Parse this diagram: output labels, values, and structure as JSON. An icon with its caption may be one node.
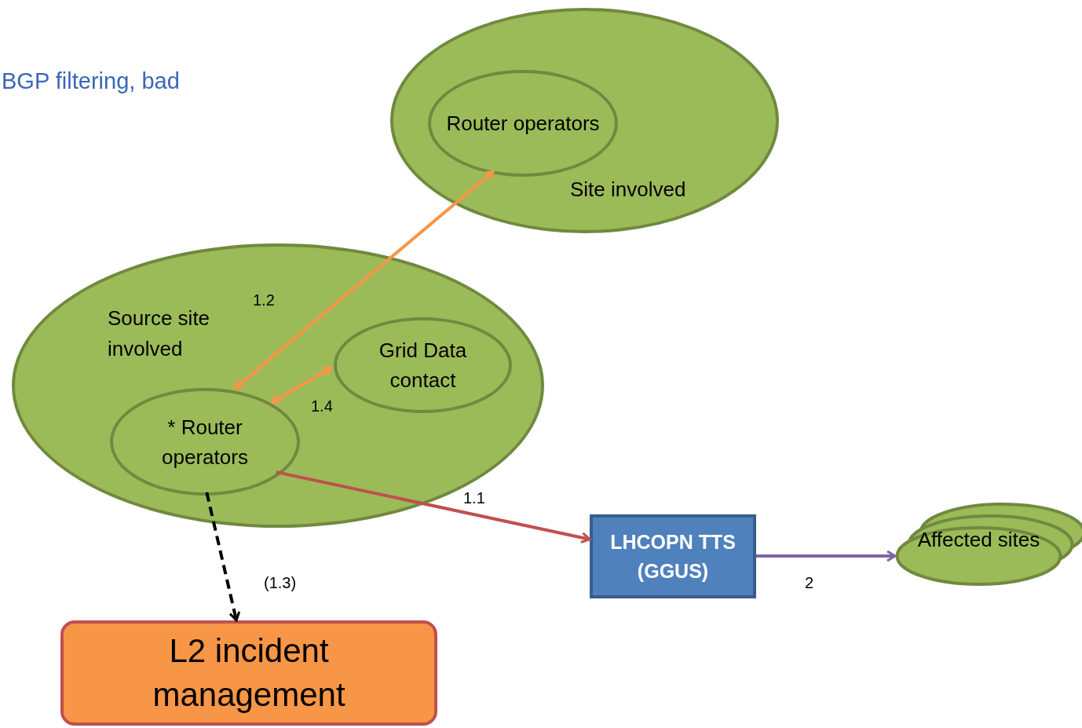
{
  "diagram": {
    "title": "BGP filtering, bad",
    "nodes": [
      {
        "text": [
          "Site involved"
        ]
      },
      {
        "text": [
          "Router operators"
        ],
        "in": 0
      },
      {
        "text": [
          "Source site involved"
        ]
      },
      {
        "text": [
          "Grid Data contact"
        ],
        "in": 2
      },
      {
        "text": [
          "* Router operators"
        ],
        "in": 2
      },
      {
        "text": [
          "LHCOPN TTS (GGUS)"
        ]
      },
      {
        "text": [
          "Affected sites"
        ]
      },
      {
        "text": [
          "L2 incident management"
        ]
      }
    ],
    "edges": [
      {
        "from": 4,
        "to": 1,
        "arrow": "both",
        "label": "1.2",
        "color": "#f79646"
      },
      {
        "from": 4,
        "to": 3,
        "arrow": "both",
        "label": "1.4",
        "color": "#f79646"
      },
      {
        "from": 4,
        "to": 5,
        "arrow": "to",
        "label": "1.1",
        "color": "#c0504d"
      },
      {
        "from": 4,
        "to": 7,
        "arrow": "to",
        "label": "(1.3)",
        "style": "dashed",
        "color": "#000000"
      },
      {
        "from": 5,
        "to": 6,
        "arrow": "to",
        "label": "2",
        "color": "#8064a2"
      }
    ]
  }
}
